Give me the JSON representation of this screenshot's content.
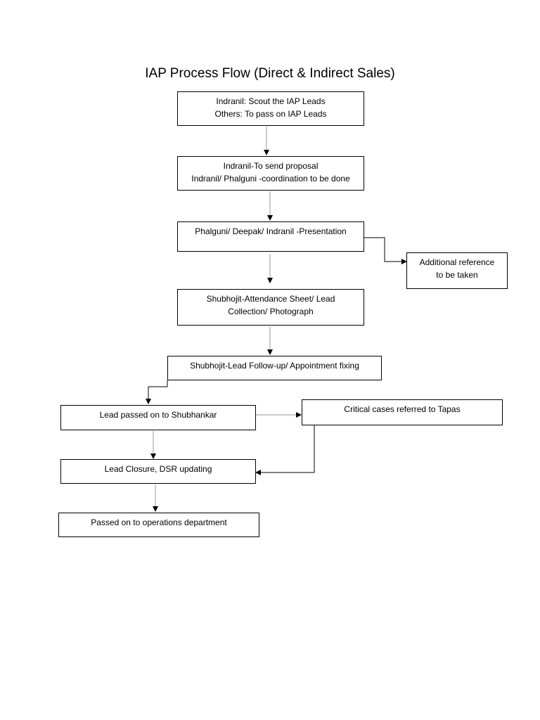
{
  "title": "IAP Process Flow (Direct & Indirect Sales)",
  "nodes": {
    "scout": [
      "Indranil: Scout the IAP Leads",
      "Others: To pass on IAP Leads"
    ],
    "proposal": [
      "Indranil-To send proposal",
      "Indranil/ Phalguni -coordination to be done"
    ],
    "presentation": [
      "Phalguni/ Deepak/ Indranil -Presentation"
    ],
    "reference": [
      "Additional reference",
      "to be taken"
    ],
    "attendance": [
      "Shubhojit-Attendance Sheet/ Lead",
      "Collection/ Photograph"
    ],
    "followup": [
      "Shubhojit-Lead Follow-up/ Appointment fixing"
    ],
    "passed_shubhankar": [
      "Lead passed on to Shubhankar"
    ],
    "critical": [
      "Critical cases referred to Tapas"
    ],
    "closure": [
      "Lead Closure, DSR updating"
    ],
    "operations": [
      "Passed on to operations department"
    ]
  },
  "edges": [
    {
      "from": "scout",
      "to": "proposal"
    },
    {
      "from": "proposal",
      "to": "presentation"
    },
    {
      "from": "presentation",
      "to": "reference"
    },
    {
      "from": "presentation",
      "to": "attendance"
    },
    {
      "from": "attendance",
      "to": "followup"
    },
    {
      "from": "followup",
      "to": "passed_shubhankar"
    },
    {
      "from": "passed_shubhankar",
      "to": "critical"
    },
    {
      "from": "passed_shubhankar",
      "to": "closure"
    },
    {
      "from": "critical",
      "to": "closure"
    },
    {
      "from": "closure",
      "to": "operations"
    }
  ]
}
